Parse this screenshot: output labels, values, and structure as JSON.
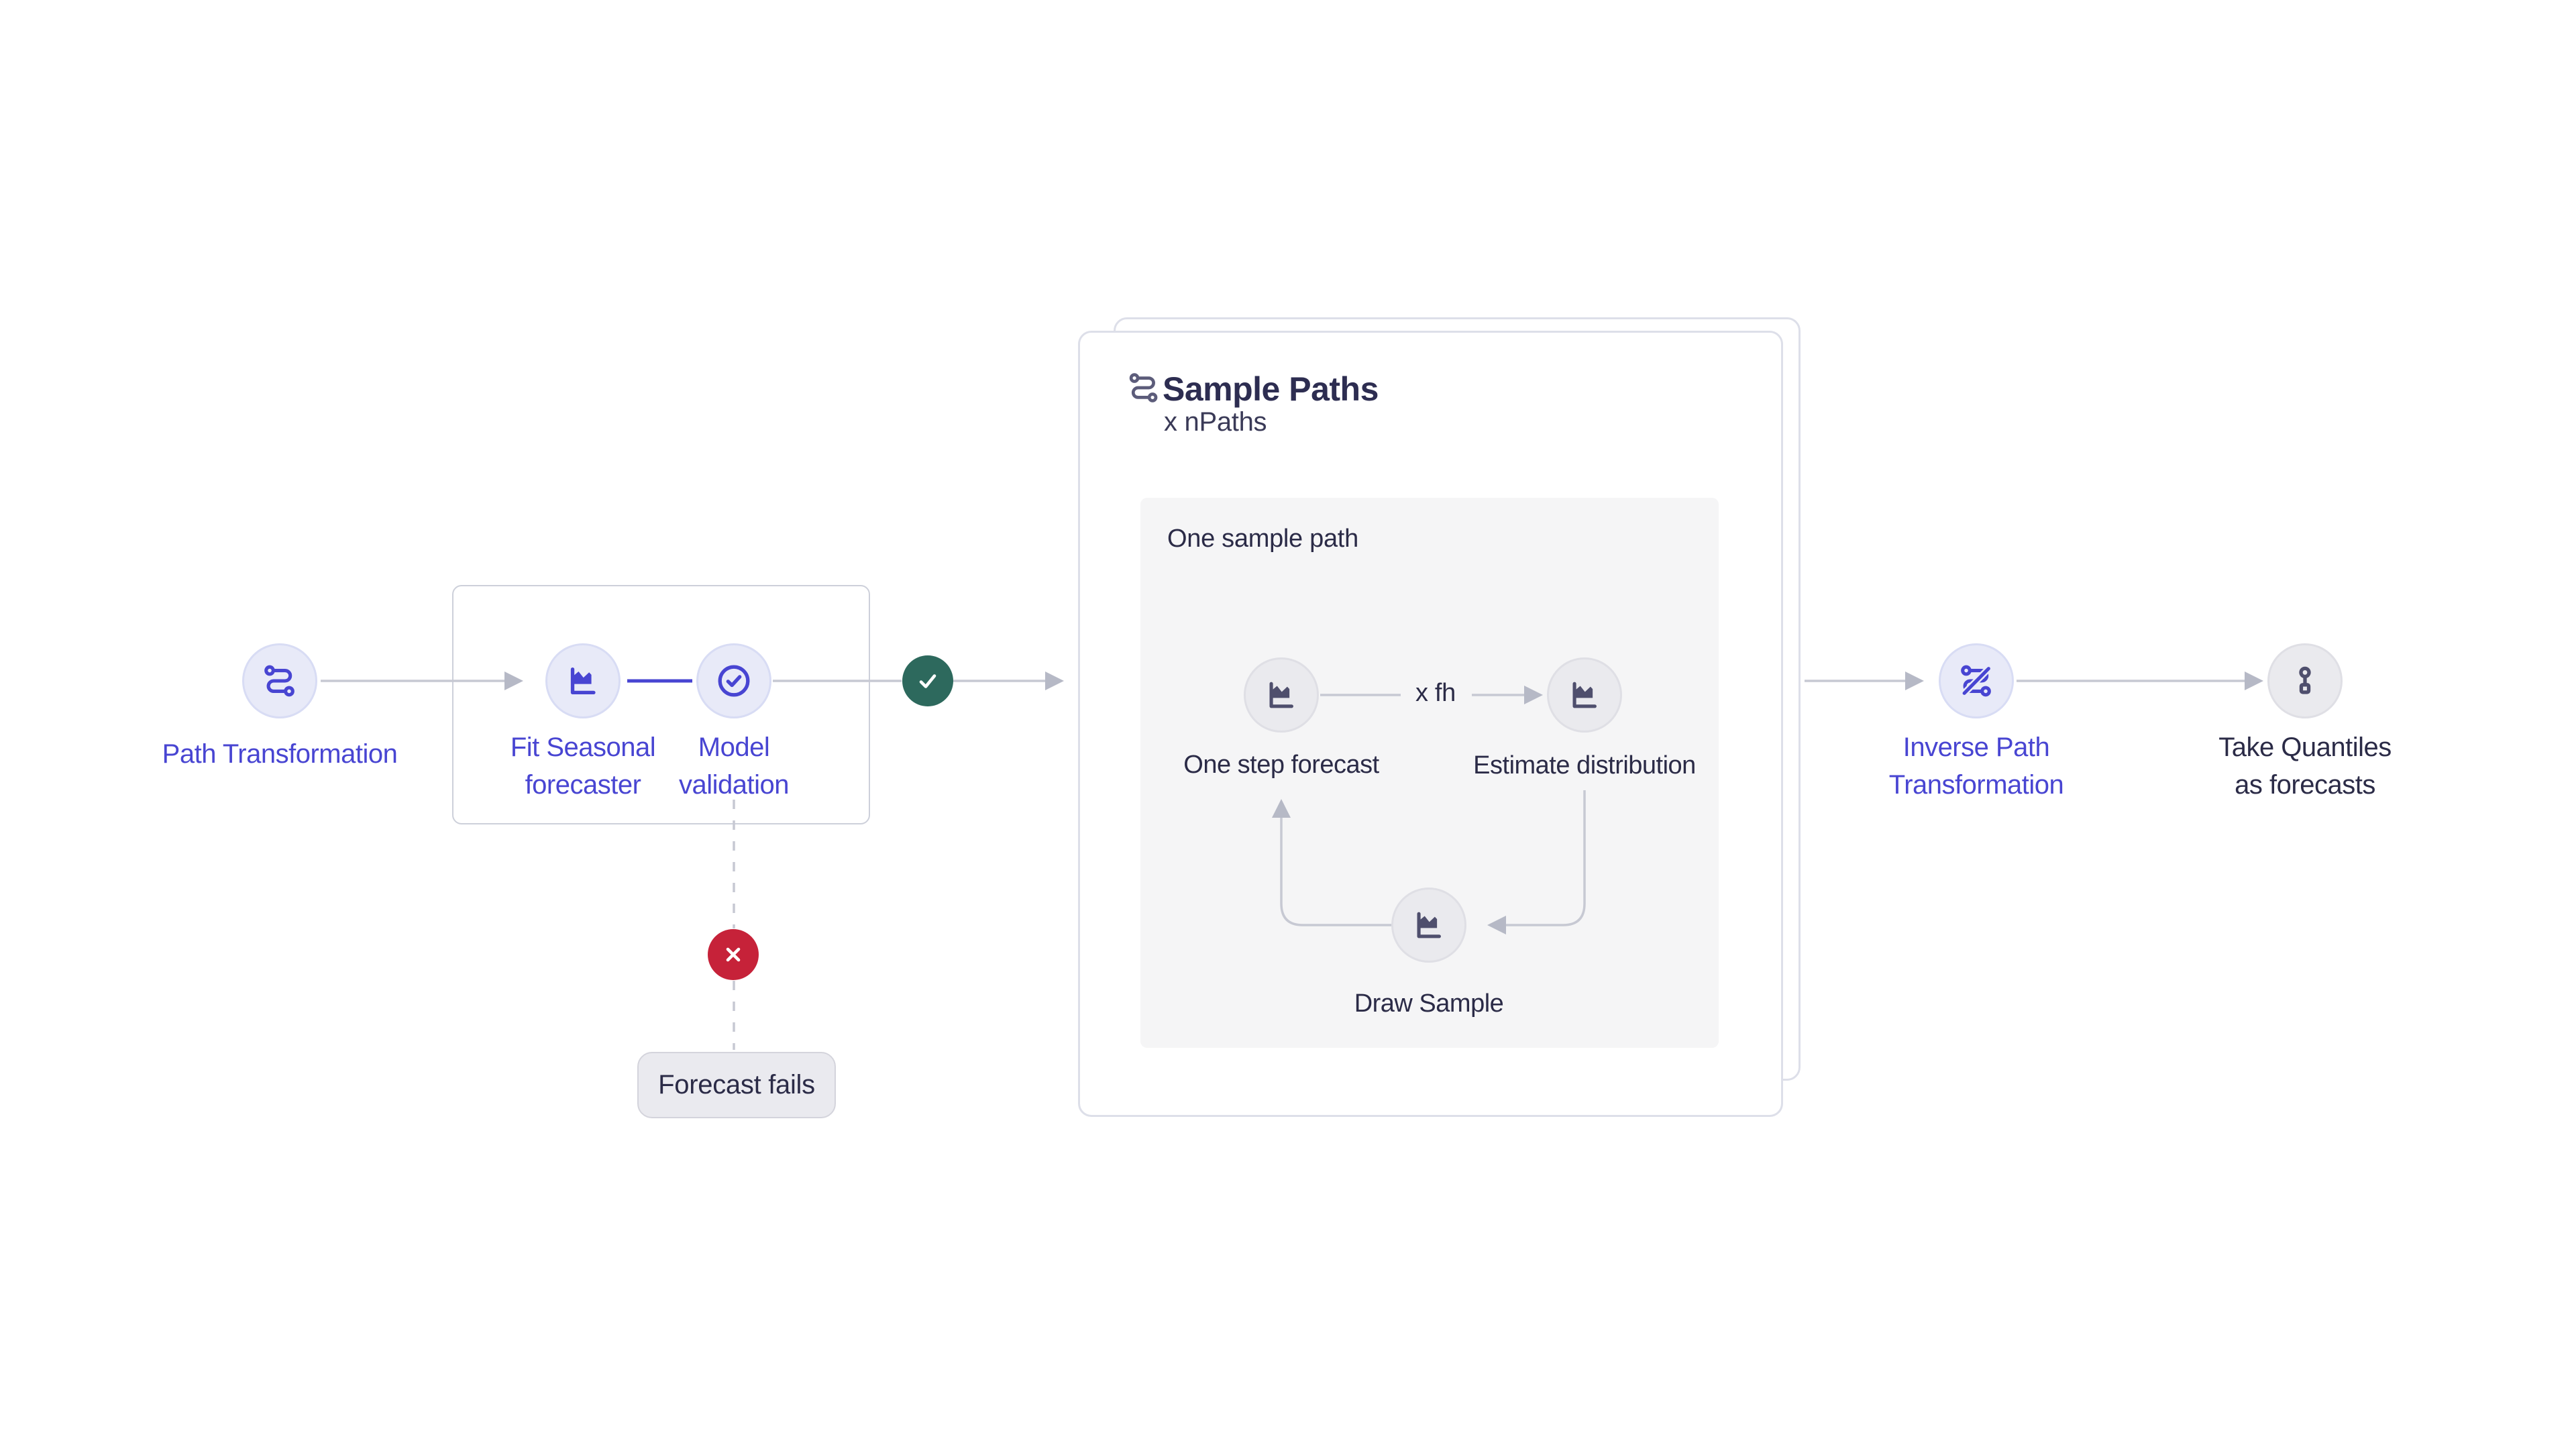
{
  "colors": {
    "indigo": "#4845D2",
    "slate": "#4F4F6D",
    "slate_header": "#5C5C7A",
    "ink": "#2B2B47",
    "title": "#2D2D51",
    "lav_fill": "#E8EAF8",
    "lav_border": "#D8DCF4",
    "gry_fill": "#EAEAEE",
    "gry_border": "#DFDFE5",
    "line": "#C7C9D3",
    "head": "#B6B9C6",
    "card_border": "#DDDFE9",
    "box_border": "#CDD0DA",
    "panel": "#F5F5F6",
    "pill_bg": "#EAEAEF",
    "pill_border": "#D4D4DC",
    "green": "#2D695D",
    "red": "#C62239"
  },
  "flow": {
    "path_transformation": {
      "label": "Path Transformation"
    },
    "fit_seasonal": {
      "line1": "Fit Seasonal",
      "line2": "forecaster"
    },
    "model_validation": {
      "line1": "Model",
      "line2": "validation"
    },
    "sample_paths": {
      "title": "Sample Paths",
      "subtitle": "x nPaths",
      "panel_title": "One sample path",
      "one_step": "One step forecast",
      "estimate": "Estimate distribution",
      "draw": "Draw Sample",
      "loop_count": "x fh"
    },
    "inverse_path": {
      "line1": "Inverse Path",
      "line2": "Transformation"
    },
    "take_quantiles": {
      "line1": "Take Quantiles",
      "line2": "as forecasts"
    },
    "forecast_fails": {
      "label": "Forecast fails"
    }
  },
  "icons": [
    "route-icon",
    "chart-line-icon",
    "circle-check-icon",
    "check-icon",
    "x-icon",
    "route-off-icon",
    "quantile-pin-icon"
  ]
}
